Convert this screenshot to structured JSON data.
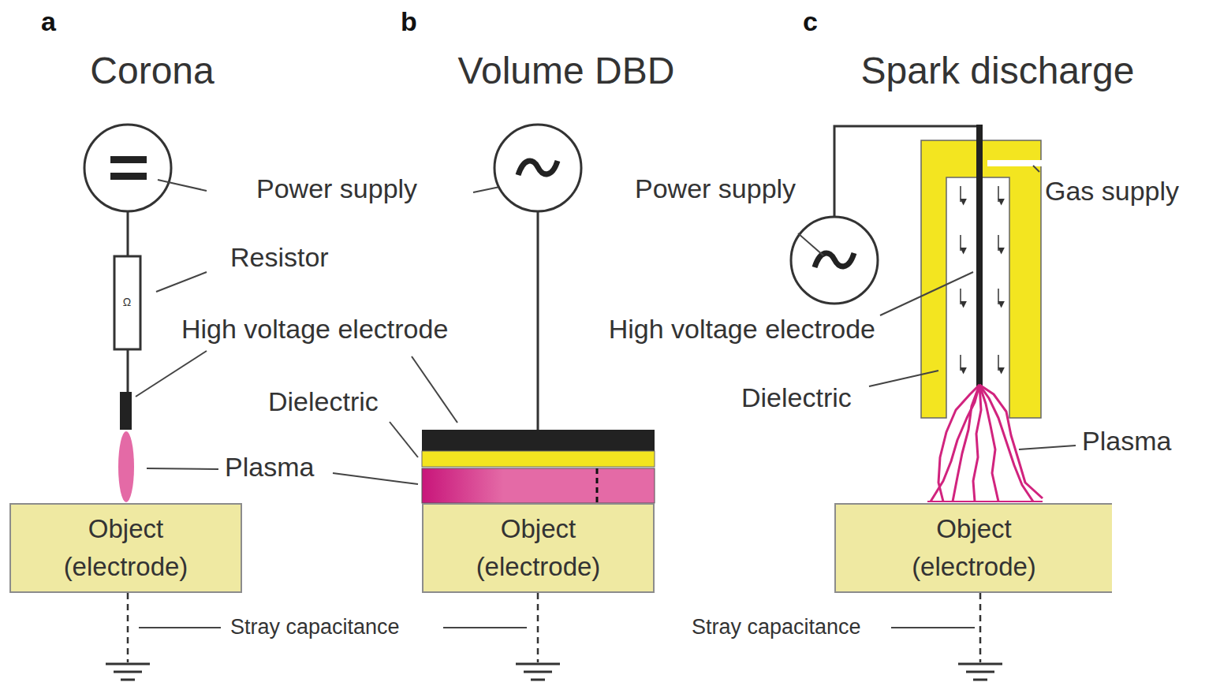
{
  "diagram": {
    "nodes": [
      {
        "text": [
          "Object (electrode)"
        ]
      },
      {
        "text": [
          "Object (electrode)"
        ]
      },
      {
        "text": [
          "Object (electrode)"
        ]
      }
    ],
    "labels": [
      "a",
      "Corona",
      "b",
      "Volume DBD",
      "c",
      "Spark discharge",
      "Power supply",
      "Resistor",
      "Ω",
      "High voltage electrode",
      "Dielectric",
      "Plasma",
      "Stray capacitance",
      "Power supply",
      "High voltage electrode",
      "Dielectric",
      "Plasma",
      "Gas supply",
      "Stray capacitance"
    ]
  }
}
